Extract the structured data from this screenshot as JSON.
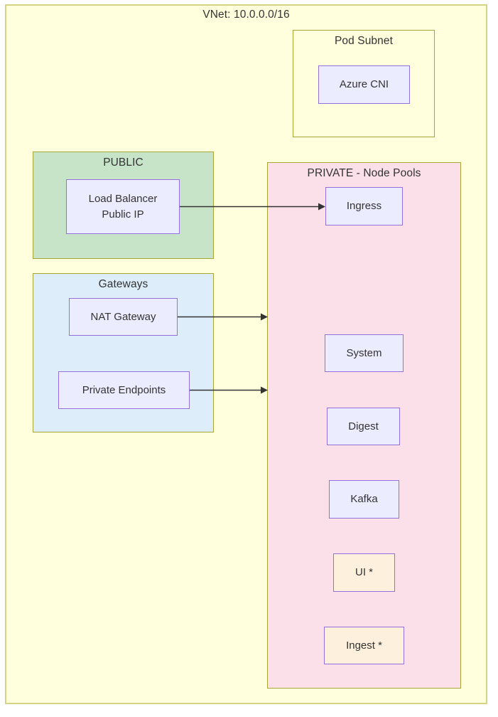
{
  "diagram": {
    "title": "VNet: 10.0.0.0/16",
    "clusters": {
      "pod_subnet": {
        "title": "Pod Subnet"
      },
      "public": {
        "title": "PUBLIC"
      },
      "gateways": {
        "title": "Gateways"
      },
      "private": {
        "title": "PRIVATE - Node Pools"
      }
    },
    "nodes": {
      "azure_cni": {
        "label": "Azure CNI"
      },
      "load_balancer": {
        "line1": "Load Balancer",
        "line2": "Public IP"
      },
      "nat_gateway": {
        "label": "NAT Gateway"
      },
      "private_endpoints": {
        "label": "Private Endpoints"
      },
      "ingress": {
        "label": "Ingress"
      },
      "system": {
        "label": "System"
      },
      "digest": {
        "label": "Digest"
      },
      "kafka": {
        "label": "Kafka"
      },
      "ui": {
        "label": "UI *"
      },
      "ingest": {
        "label": "Ingest *"
      }
    },
    "edges": [
      {
        "from": "load_balancer",
        "to": "ingress"
      },
      {
        "from": "nat_gateway",
        "to": "private_cluster"
      },
      {
        "from": "private_endpoints",
        "to": "private_cluster"
      }
    ],
    "colors": {
      "vnet_fill": "#ffffde",
      "outer_border": "#d4d483",
      "cluster_border": "#a6a636",
      "public_fill": "#c7e4c8",
      "gateways_fill": "#ddeefa",
      "private_fill": "#fbdfe9",
      "node_fill": "#ececff",
      "node_border": "#9370db",
      "highlight_node_fill": "#fdf0dc",
      "arrow": "#333333",
      "text": "#333333"
    }
  }
}
